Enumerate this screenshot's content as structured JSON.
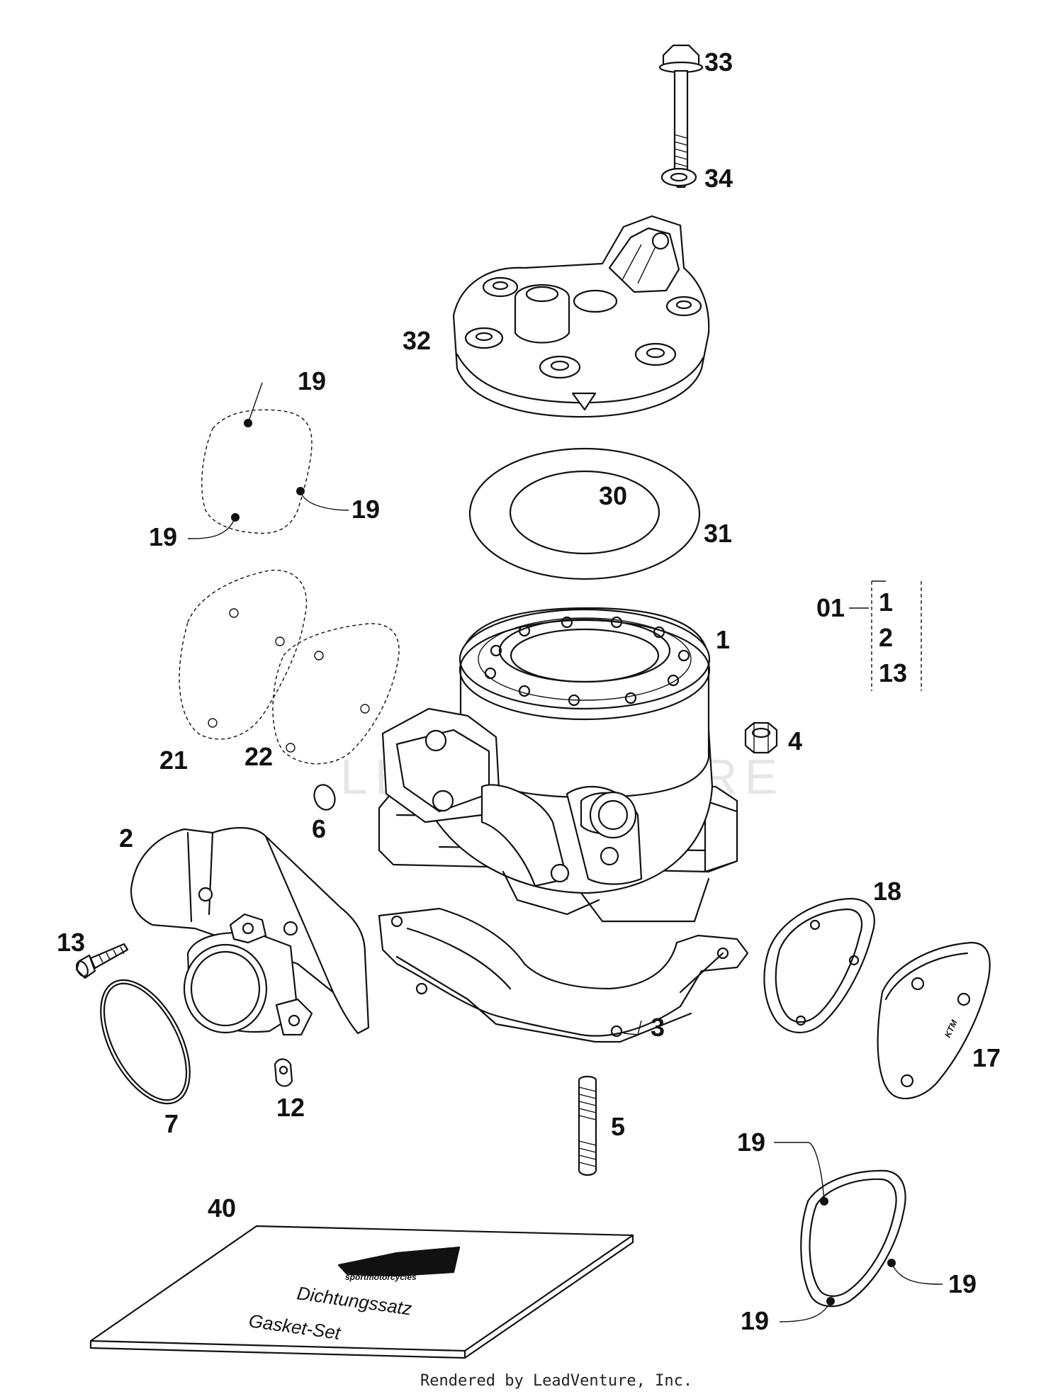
{
  "watermark": "LEADVENTURE",
  "labels": {
    "l33": "33",
    "l34": "34",
    "l32": "32",
    "l19a": "19",
    "l19b": "19",
    "l19c": "19",
    "l30": "30",
    "l31": "31",
    "l01": "01",
    "l01_1": "1",
    "l01_2": "2",
    "l01_13": "13",
    "l1": "1",
    "l4": "4",
    "l21": "21",
    "l22": "22",
    "l6": "6",
    "l2": "2",
    "l18": "18",
    "l13": "13",
    "l3": "3",
    "l17": "17",
    "l7": "7",
    "l12": "12",
    "l5": "5",
    "l19d": "19",
    "l19e": "19",
    "l19f": "19",
    "l40": "40"
  },
  "gasket_set": {
    "line1": "Dichtungssatz",
    "line2": "Gasket-Set"
  },
  "footer": "Rendered by LeadVenture, Inc."
}
